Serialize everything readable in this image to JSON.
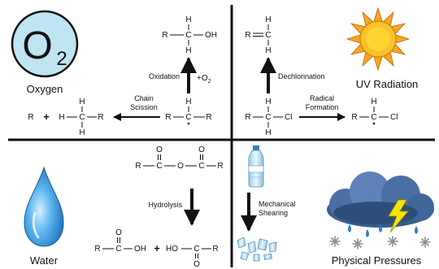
{
  "colors": {
    "divider": "#111111",
    "arrow": "#111111",
    "oxygen_fill": "#bfe4f2",
    "sun_rays": "#f5a623",
    "sun_core": "#fbc02d",
    "water_drop": "#2b8fd6",
    "cloud": "#4a6fa5",
    "lightning": "#f5e400"
  },
  "quadrants": {
    "oxygen": {
      "badge_letter": "O",
      "badge_subscript": "2",
      "label": "Oxygen",
      "process_label": "Oxidation",
      "reagent": "+O",
      "reagent_subscript": "2",
      "scission_line1": "Chain",
      "scission_line2": "Scission",
      "product_top": {
        "R": "R",
        "C": "C",
        "OH": "OH",
        "H_top": "H",
        "H_bottom": "H"
      },
      "reactant": {
        "R_left": "R",
        "C": "C",
        "R_right": "R",
        "H": "H"
      },
      "scission_product": {
        "R": "R",
        "plus": "+",
        "H_left": "H",
        "C": "C",
        "R_right": "R",
        "H_top": "H",
        "H_bottom": "H"
      }
    },
    "uv": {
      "label": "UV Radiation",
      "process_label": "Dechlorination",
      "radical_line1": "Radical",
      "radical_line2": "Formation",
      "alkene": {
        "R": "R",
        "C": "C",
        "H_top": "H",
        "H_bottom": "H"
      },
      "reactant": {
        "R": "R",
        "C": "C",
        "Cl": "Cl",
        "H_top": "H",
        "H_bottom": "H"
      },
      "radical": {
        "R": "R",
        "C": "C",
        "Cl": "Cl",
        "H": "H"
      }
    },
    "water": {
      "label": "Water",
      "process_label": "Hydrolysis",
      "ester": {
        "R_left": "R",
        "C1": "C",
        "O_mid": "O",
        "C2": "C",
        "R_right": "R",
        "O1": "O",
        "O2": "O"
      },
      "products": {
        "R": "R",
        "C1": "C",
        "OH": "OH",
        "plus": "+",
        "HO": "HO",
        "C2": "C",
        "R_right": "R",
        "O_top": "O",
        "O_bottom": "O"
      }
    },
    "physical": {
      "label": "Physical Pressures",
      "process_line1": "Mechanical",
      "process_line2": "Shearing"
    }
  }
}
